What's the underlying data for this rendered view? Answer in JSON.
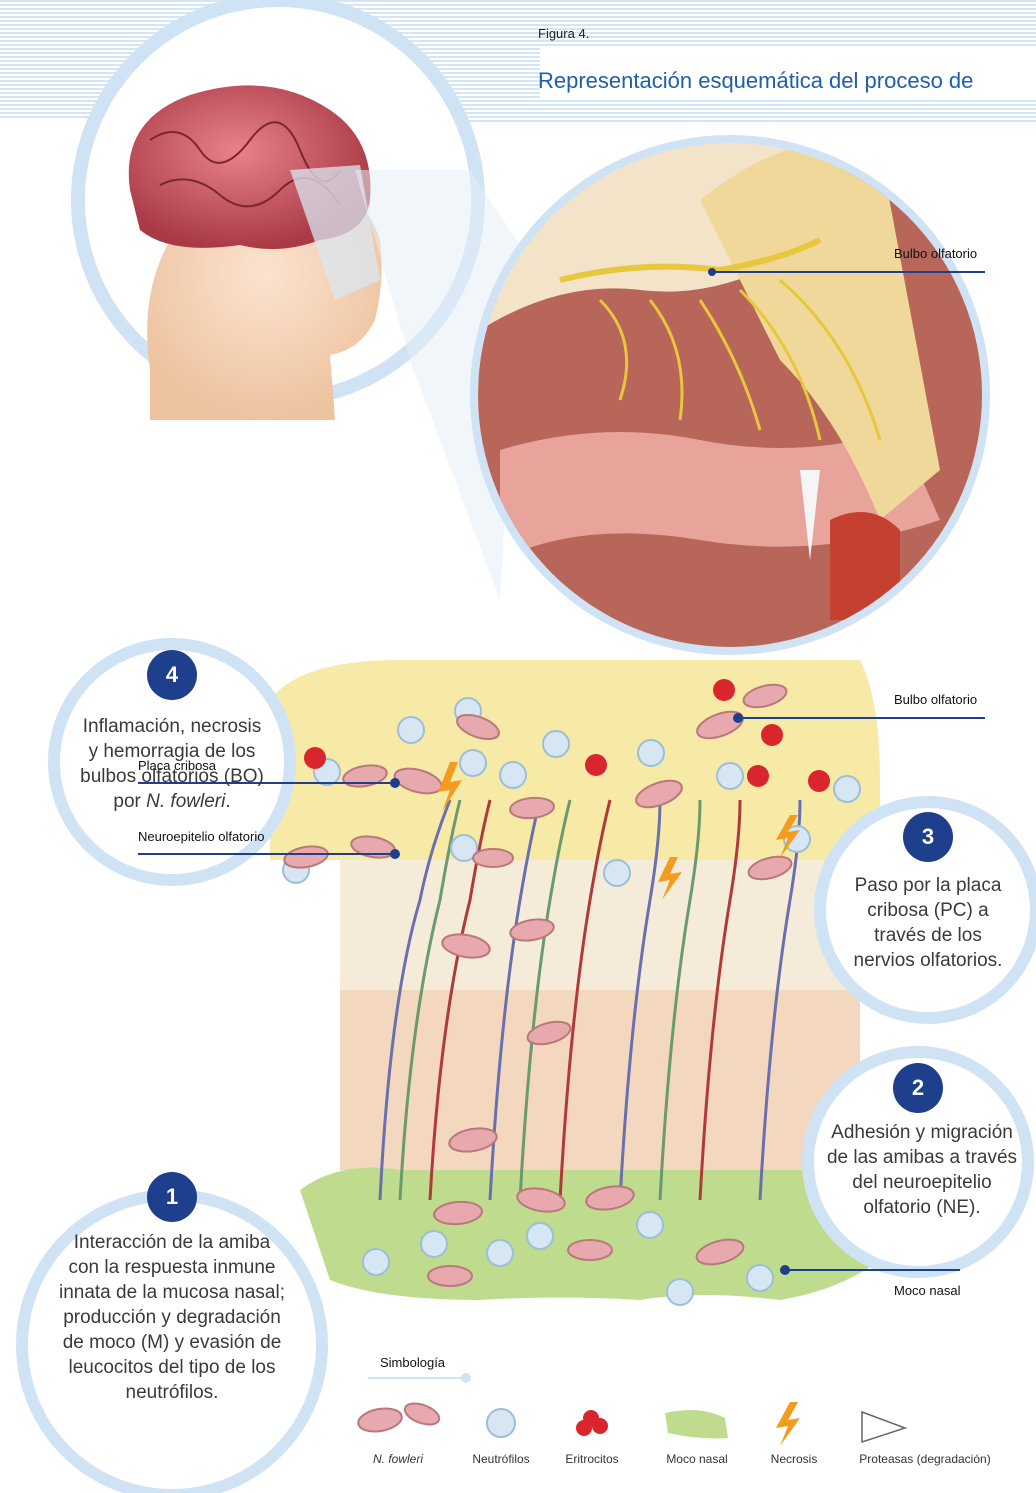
{
  "figure": {
    "label": "Figura 4.",
    "title": "Representación esquemática del proceso de"
  },
  "callouts": {
    "bulbo_top": "Bulbo olfatorio",
    "bulbo_mid": "Bulbo olfatorio",
    "placa": "Placa cribosa",
    "neuroepitelio": "Neuroepitelio olfatorio",
    "moco": "Moco nasal"
  },
  "steps": [
    {
      "number": "4",
      "lines": [
        "Inflamación, necrosis",
        "y hemorragia de los",
        "bulbos olfatorios (BO)"
      ],
      "last_prefix": "por ",
      "last_italic": "N. fowleri",
      "last_suffix": "."
    },
    {
      "number": "3",
      "lines": [
        "Paso por la placa",
        "cribosa (PC) a",
        "través de los",
        "nervios olfatorios."
      ]
    },
    {
      "number": "2",
      "lines": [
        "Adhesión y migración",
        "de las amibas a través",
        "del neuroepitelio",
        "olfatorio (NE)."
      ]
    },
    {
      "number": "1",
      "lines": [
        "Interacción de la amiba",
        "con la respuesta inmune",
        "innata de la mucosa nasal;",
        "producción y degradación",
        "de moco (M) y evasión de",
        "leucocitos del tipo de los",
        "neutrófilos."
      ]
    }
  ],
  "legend": {
    "title": "Simbología",
    "items": [
      {
        "label": "N. fowleri",
        "icon": "amoeba-icon"
      },
      {
        "label": "Neutrófilos",
        "icon": "neutrophil-icon"
      },
      {
        "label": "Eritrocitos",
        "icon": "erythrocyte-icon"
      },
      {
        "label": "Moco nasal",
        "icon": "mucus-icon"
      },
      {
        "label": "Necrosis",
        "icon": "lightning-icon"
      },
      {
        "label": "Proteasas (degradación)",
        "icon": "protease-icon"
      }
    ]
  },
  "colors": {
    "title_blue": "#1f5fa8",
    "badge_navy": "#1d3f8c",
    "circle_border": "#cfe3f5",
    "bulb_yellow": "#f7e9a6",
    "mucus_green": "#bfdc8e"
  }
}
